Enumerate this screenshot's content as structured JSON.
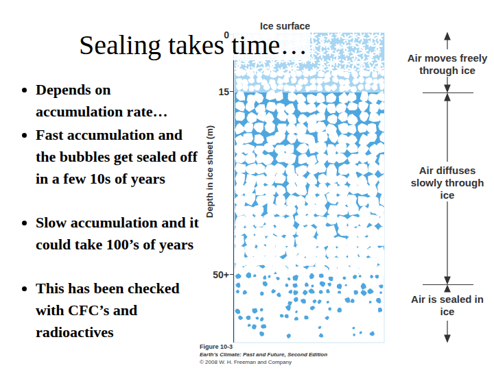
{
  "diagram": {
    "title": "Sealing takes time…",
    "labels": [
      "Depends on accumulation rate…",
      "Fast accumulation and the bubbles get sealed off in a few 10s of years",
      "Slow accumulation and it could take 100’s of years",
      "This has been checked with CFC’s and radioactives",
      "Ice surface",
      "0",
      "15",
      "50+",
      "Depth in ice sheet (m)",
      "Air moves freely through ice",
      "Air diffuses slowly through ice",
      "Air is sealed in ice",
      "Figure 10-3",
      "Earth’s Climate: Past and Future, Second Edition",
      "© 2008 W. H. Freeman and Company"
    ]
  }
}
